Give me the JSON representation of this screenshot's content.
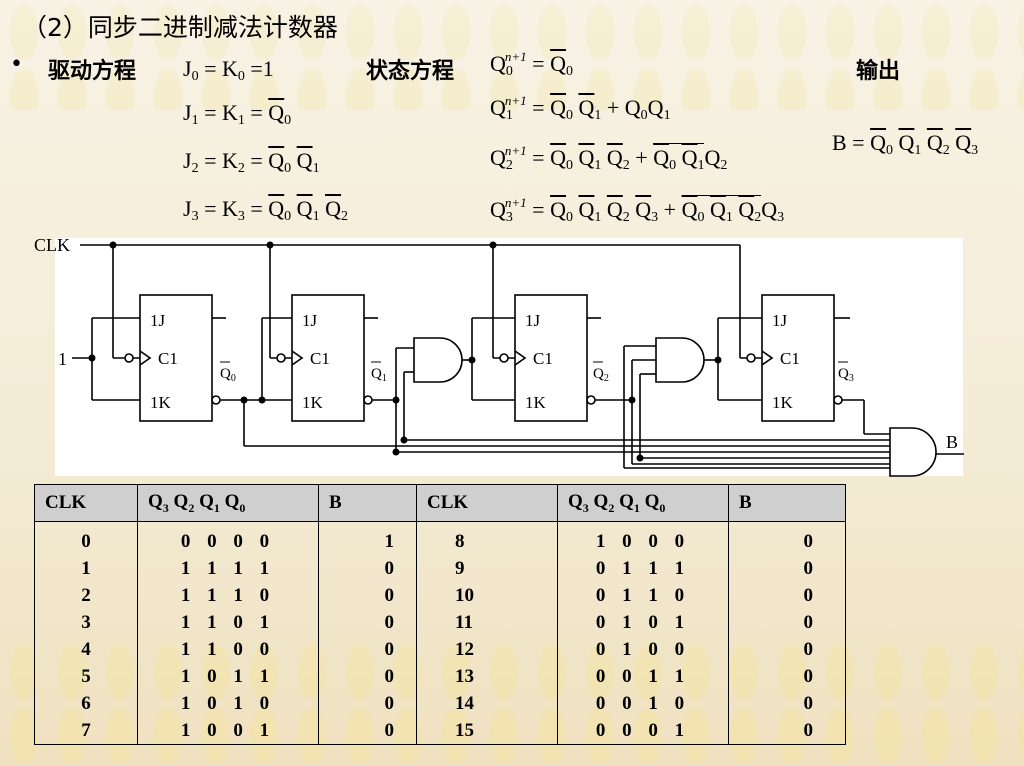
{
  "title": "（2）同步二进制减法计数器",
  "bullet": "•",
  "headings": {
    "drive": "驱动方程",
    "state": "状态方程",
    "output": "输出"
  },
  "circuit": {
    "clk": "CLK",
    "one": "1",
    "ff_j": "1J",
    "ff_c": "C1",
    "ff_k": "1K",
    "outputs": [
      "Q0",
      "Q1",
      "Q2",
      "Q3"
    ],
    "out_b": "B"
  },
  "table": {
    "headers": [
      "CLK",
      "Q3 Q2 Q1 Q0",
      "B",
      "CLK",
      "Q3 Q2 Q1 Q0",
      "B"
    ],
    "rows": [
      [
        "0",
        "0 0 0 0",
        "1",
        "8",
        "1 0 0 0",
        "0"
      ],
      [
        "1",
        "1 1 1 1",
        "0",
        "9",
        "0 1 1 1",
        "0"
      ],
      [
        "2",
        "1 1 1 0",
        "0",
        "10",
        "0 1 1 0",
        "0"
      ],
      [
        "3",
        "1 1 0 1",
        "0",
        "11",
        "0 1 0 1",
        "0"
      ],
      [
        "4",
        "1 1 0 0",
        "0",
        "12",
        "0 1 0 0",
        "0"
      ],
      [
        "5",
        "1 0 1 1",
        "0",
        "13",
        "0 0 1 1",
        "0"
      ],
      [
        "6",
        "1 0 1 0",
        "0",
        "14",
        "0 0 1 0",
        "0"
      ],
      [
        "7",
        "1 0 0 1",
        "0",
        "15",
        "0 0 0 1",
        "0"
      ]
    ]
  }
}
